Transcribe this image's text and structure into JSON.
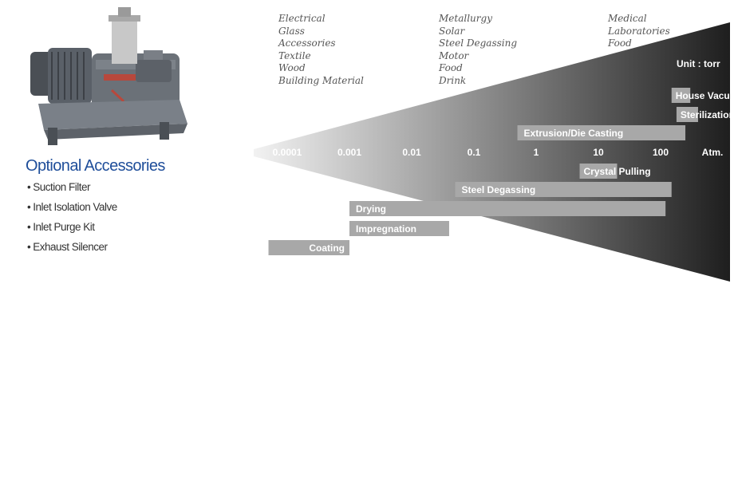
{
  "accessories": {
    "title": "Optional Accessories",
    "items": [
      "Suction Filter",
      "Inlet Isolation Valve",
      "Inlet Purge Kit",
      "Exhaust Silencer"
    ]
  },
  "industries": [
    [
      "Electrical",
      "Glass",
      "Accessories",
      "Textile",
      "Wood",
      "Building Material"
    ],
    [
      "Metallurgy",
      "Solar",
      "Steel Degassing",
      "Motor",
      "Food",
      "Drink"
    ],
    [
      "Medical",
      "Laboratories",
      "Food"
    ]
  ],
  "chart_data": {
    "type": "bar",
    "orientation": "horizontal",
    "unit_label": "Unit : torr",
    "x_scale": "log",
    "x_ticks": [
      {
        "value": 0.0001,
        "label": "0.0001"
      },
      {
        "value": 0.001,
        "label": "0.001"
      },
      {
        "value": 0.01,
        "label": "0.01"
      },
      {
        "value": 0.1,
        "label": "0.1"
      },
      {
        "value": 1,
        "label": "1"
      },
      {
        "value": 10,
        "label": "10"
      },
      {
        "value": 100,
        "label": "100"
      },
      {
        "value": 760,
        "label": "Atm."
      }
    ],
    "bars": [
      {
        "label": "House Vacuum",
        "from": 150,
        "to": 300,
        "position": "above"
      },
      {
        "label": "Sterilization",
        "from": 180,
        "to": 400,
        "position": "above"
      },
      {
        "label": "Extrusion/Die Casting",
        "from": 0.5,
        "to": 250,
        "position": "above"
      },
      {
        "label": "Crystal Pulling",
        "from": 5,
        "to": 20,
        "position": "below"
      },
      {
        "label": "Steel Degassing",
        "from": 0.05,
        "to": 150,
        "position": "below"
      },
      {
        "label": "Drying",
        "from": 0.001,
        "to": 120,
        "position": "below"
      },
      {
        "label": "Impregnation",
        "from": 0.001,
        "to": 0.04,
        "position": "below"
      },
      {
        "label": "Coating",
        "from": 5e-05,
        "to": 0.001,
        "position": "below"
      }
    ],
    "colors": {
      "wedge_light": "#f2f2f2",
      "wedge_dark": "#1e1e1e",
      "bar": "#a8a8a8",
      "accent": "#1f4e9a"
    }
  }
}
